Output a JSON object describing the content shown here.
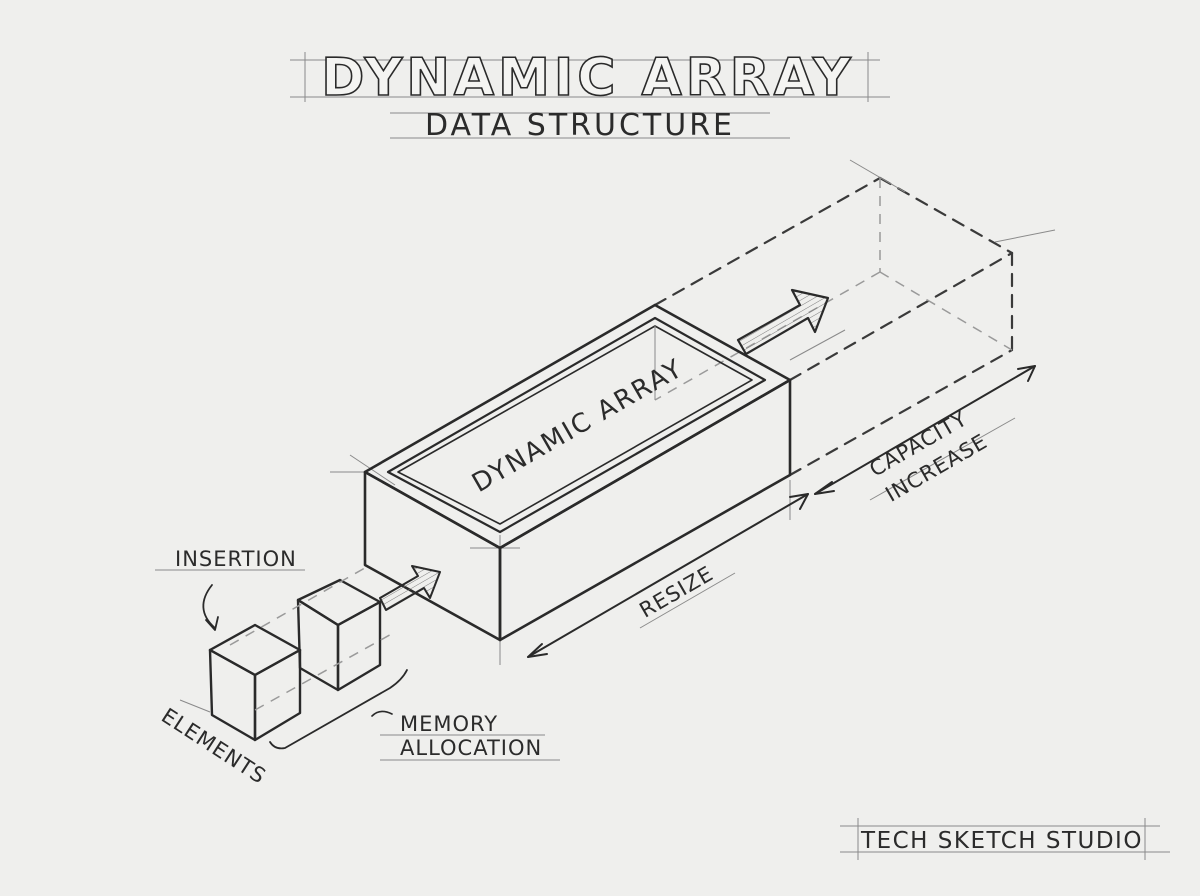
{
  "title": "DYNAMIC ARRAY",
  "subtitle": "DATA STRUCTURE",
  "array_label": "DYNAMIC ARRAY",
  "labels": {
    "capacity_line1": "CAPACITY",
    "capacity_line2": "INCREASE",
    "resize": "RESIZE",
    "insertion": "INSERTION",
    "elements": "ELEMENTS",
    "memory_line1": "MEMORY",
    "memory_line2": "ALLOCATION"
  },
  "credit": "TECH SKETCH STUDIO",
  "colors": {
    "paper": "#efefed",
    "ink": "#2a2a2a",
    "guide": "#8a8a8a"
  }
}
